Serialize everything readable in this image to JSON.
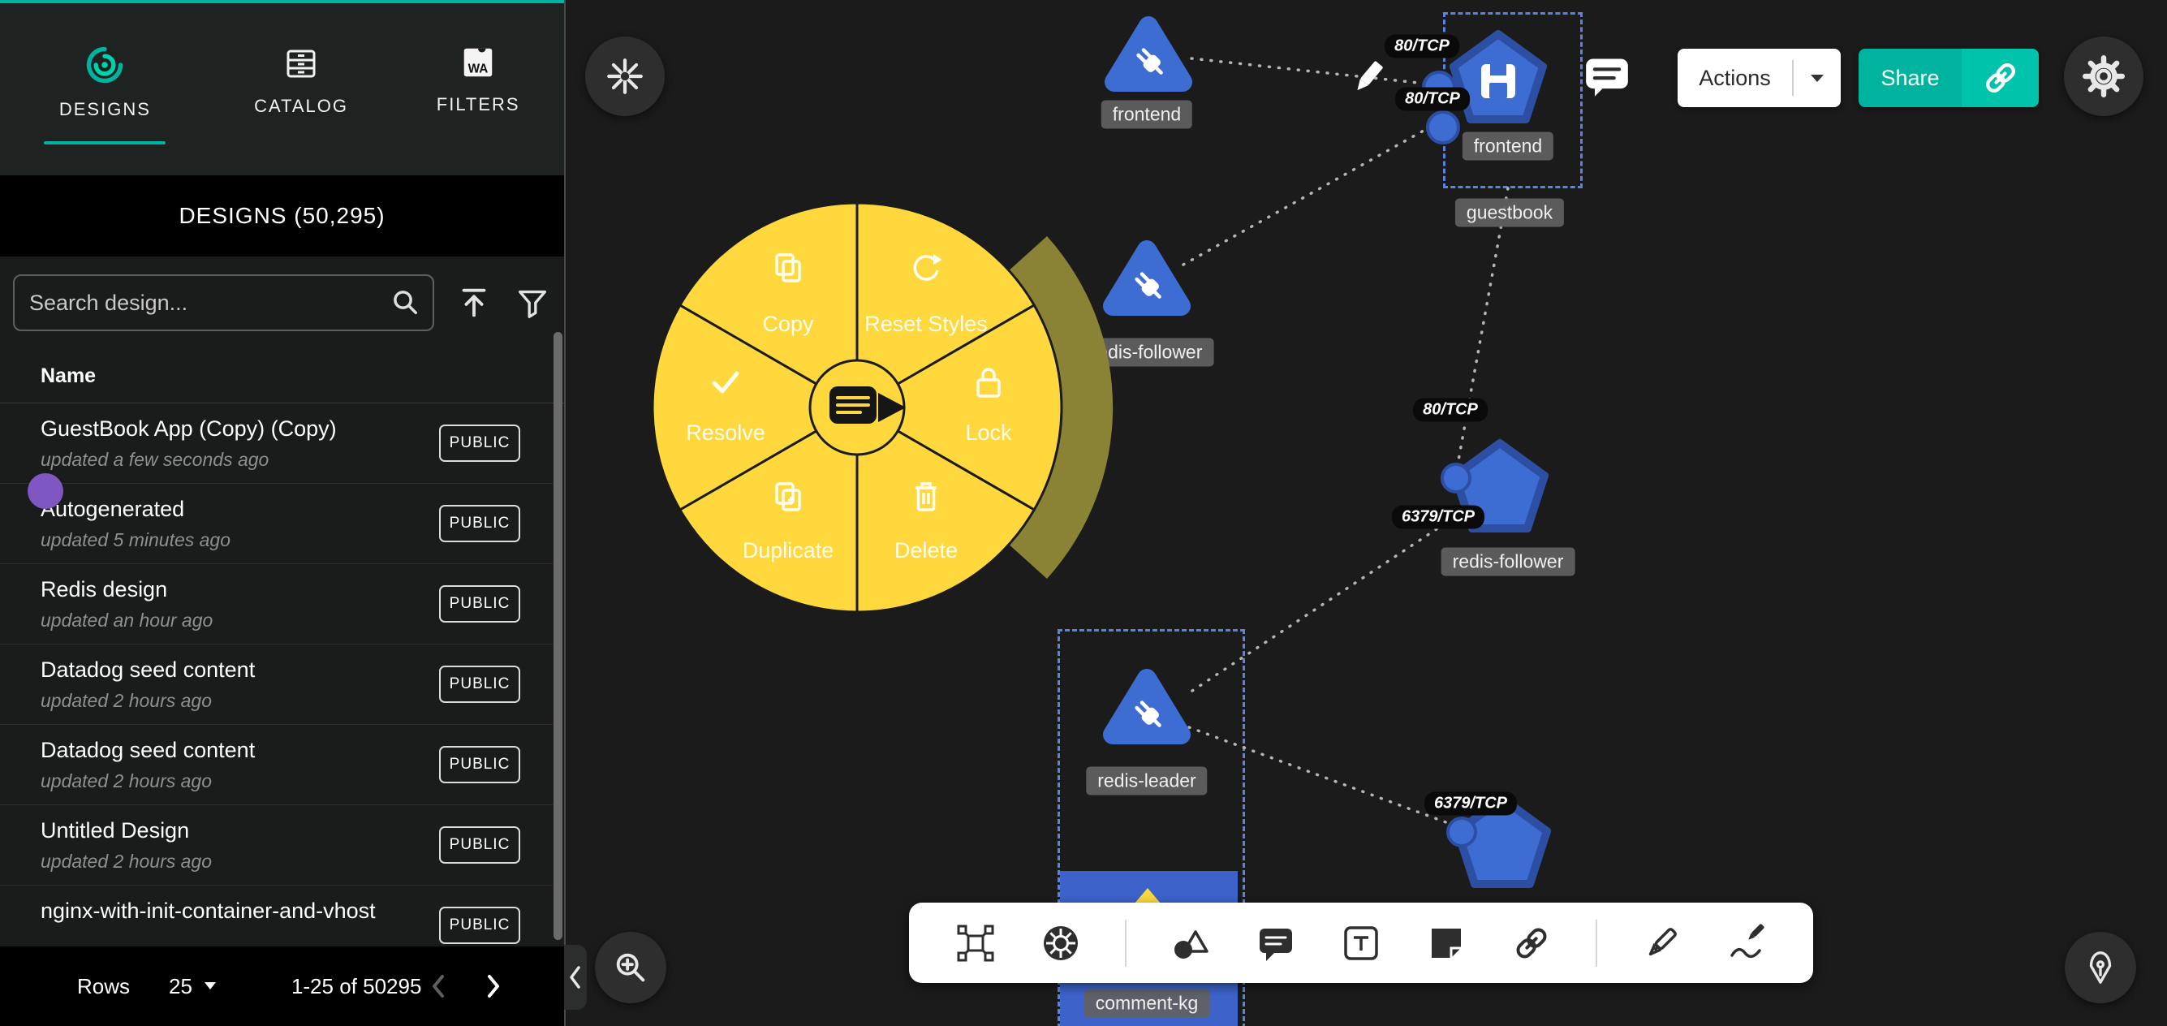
{
  "colors": {
    "accent": "#00B39F",
    "accent_light": "#00D3A9",
    "node_blue": "#3D6DD3",
    "menu_yellow": "#FFD83D",
    "menu_yellow_dim": "#8A8335"
  },
  "sidebar": {
    "tabs": [
      {
        "label": "DESIGNS",
        "active": true
      },
      {
        "label": "CATALOG",
        "active": false
      },
      {
        "label": "FILTERS",
        "active": false
      }
    ],
    "panel_title": "DESIGNS (50,295)",
    "search": {
      "placeholder": "Search design..."
    },
    "table": {
      "name_header": "Name"
    },
    "designs": [
      {
        "name": "GuestBook App (Copy) (Copy)",
        "updated": "updated a few seconds ago",
        "visibility": "PUBLIC"
      },
      {
        "name": "Autogenerated",
        "updated": "updated 5 minutes ago",
        "visibility": "PUBLIC"
      },
      {
        "name": "Redis design",
        "updated": "updated an hour ago",
        "visibility": "PUBLIC"
      },
      {
        "name": "Datadog seed content",
        "updated": "updated 2 hours ago",
        "visibility": "PUBLIC"
      },
      {
        "name": "Datadog seed content",
        "updated": "updated 2 hours ago",
        "visibility": "PUBLIC"
      },
      {
        "name": "Untitled Design",
        "updated": "updated 2 hours ago",
        "visibility": "PUBLIC"
      },
      {
        "name": "nginx-with-init-container-and-vhost",
        "updated": "",
        "visibility": "PUBLIC"
      }
    ],
    "pagination": {
      "rows_label": "Rows",
      "rows_per_page": "25",
      "range": "1-25 of 50295"
    }
  },
  "topbar": {
    "actions_label": "Actions",
    "share_label": "Share"
  },
  "radial_menu": {
    "items": [
      {
        "label": "Copy",
        "icon": "copy-icon"
      },
      {
        "label": "Reset Styles",
        "icon": "reset-icon"
      },
      {
        "label": "Lock",
        "icon": "lock-icon"
      },
      {
        "label": "Delete",
        "icon": "trash-icon"
      },
      {
        "label": "Duplicate",
        "icon": "duplicate-icon"
      },
      {
        "label": "Resolve",
        "icon": "check-icon"
      }
    ]
  },
  "canvas": {
    "node_labels": [
      "frontend",
      "frontend",
      "guestbook",
      "redis-follower",
      "redis-follower",
      "redis-leader",
      "comment-kg"
    ],
    "edge_labels": [
      "80/TCP",
      "80/TCP",
      "80/TCP",
      "6379/TCP",
      "6379/TCP"
    ]
  },
  "toolbar": {
    "icons": [
      "design-icon",
      "kubernetes-icon",
      "shapes-icon",
      "comment-icon",
      "text-icon",
      "note-icon",
      "link-icon",
      "pen-icon",
      "sketch-icon"
    ]
  }
}
